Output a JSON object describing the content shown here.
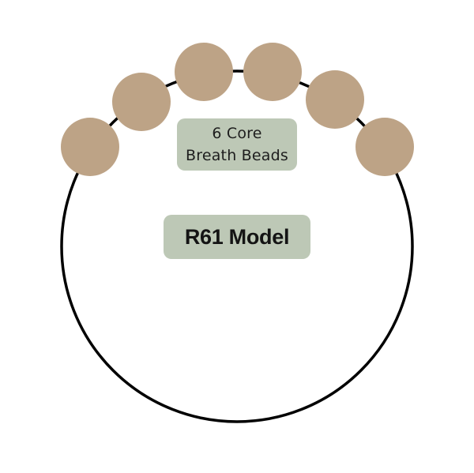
{
  "colors": {
    "bead": "#bda386",
    "label_bg": "#bdc8b6",
    "ring": "#000000",
    "text": "#1a1a1a"
  },
  "beads": {
    "count": 6,
    "label_line1": "6 Core",
    "label_line2": "Breath Beads"
  },
  "model": {
    "label": "R61 Model"
  }
}
